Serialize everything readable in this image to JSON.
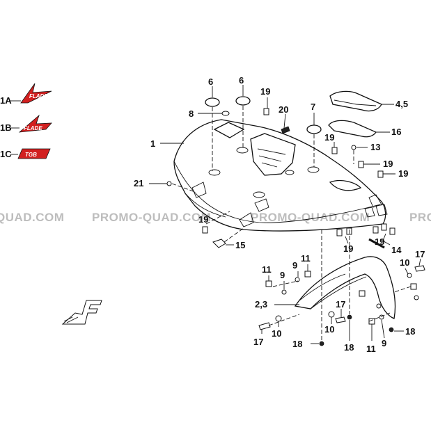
{
  "watermarks": [
    "QUAD.COM",
    "PROMO-QUAD.COM",
    "PROMO-QUAD.COM",
    "PRO"
  ],
  "decals": [
    {
      "id": "1A",
      "label": "1A",
      "brand": "FLADE"
    },
    {
      "id": "1B",
      "label": "1B",
      "brand": "FLADE"
    },
    {
      "id": "1C",
      "label": "1C",
      "brand": "TGB"
    }
  ],
  "callouts": [
    {
      "key": "p6a",
      "text": "6"
    },
    {
      "key": "p6b",
      "text": "6"
    },
    {
      "key": "p19a",
      "text": "19"
    },
    {
      "key": "p7",
      "text": "7"
    },
    {
      "key": "p45",
      "text": "4,5"
    },
    {
      "key": "p8",
      "text": "8"
    },
    {
      "key": "p20",
      "text": "20"
    },
    {
      "key": "p16",
      "text": "16"
    },
    {
      "key": "p1",
      "text": "1"
    },
    {
      "key": "p19b",
      "text": "19"
    },
    {
      "key": "p13",
      "text": "13"
    },
    {
      "key": "p19c",
      "text": "19"
    },
    {
      "key": "p21",
      "text": "21"
    },
    {
      "key": "p19d",
      "text": "19"
    },
    {
      "key": "p19e",
      "text": "19"
    },
    {
      "key": "p15",
      "text": "15"
    },
    {
      "key": "p19f",
      "text": "19"
    },
    {
      "key": "p19g",
      "text": "19"
    },
    {
      "key": "p14",
      "text": "14"
    },
    {
      "key": "p17a",
      "text": "17"
    },
    {
      "key": "p10a",
      "text": "10"
    },
    {
      "key": "p11a",
      "text": "11"
    },
    {
      "key": "p9a",
      "text": "9"
    },
    {
      "key": "p11b",
      "text": "11"
    },
    {
      "key": "p9b",
      "text": "9"
    },
    {
      "key": "p23",
      "text": "2,3"
    },
    {
      "key": "p17b",
      "text": "17"
    },
    {
      "key": "p10b",
      "text": "10"
    },
    {
      "key": "p17c",
      "text": "17"
    },
    {
      "key": "p10c",
      "text": "10"
    },
    {
      "key": "p18a",
      "text": "18"
    },
    {
      "key": "p18b",
      "text": "18"
    },
    {
      "key": "p11c",
      "text": "11"
    },
    {
      "key": "p9c",
      "text": "9"
    },
    {
      "key": "p18c",
      "text": "18"
    }
  ],
  "colors": {
    "decal_red": "#d22020",
    "watermark": "#bdbdbd",
    "ink": "#111111"
  },
  "icons": {
    "logo": "f-logo-icon"
  }
}
